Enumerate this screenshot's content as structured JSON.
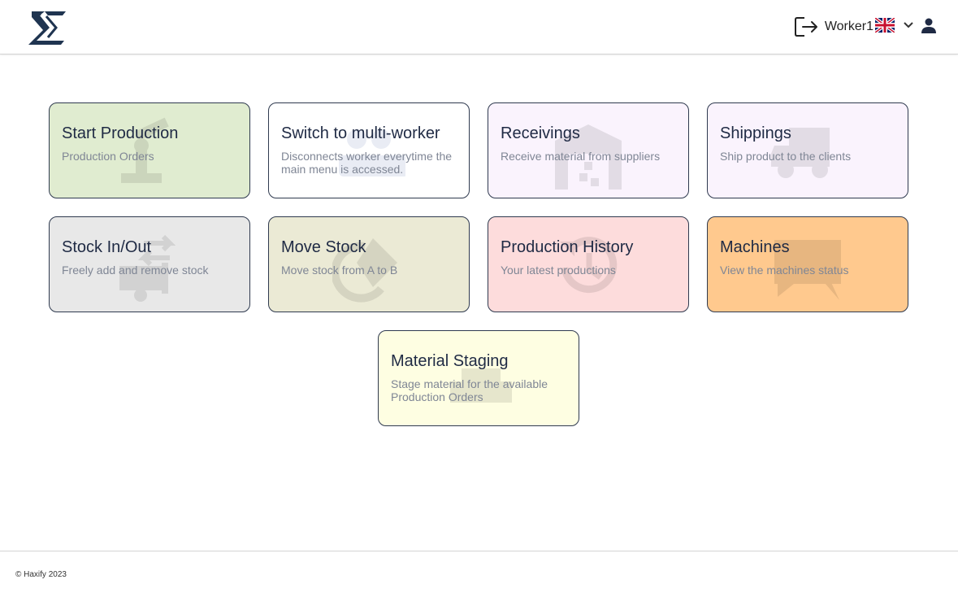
{
  "header": {
    "logo_icon": "haxify-logo-icon",
    "logout_icon": "logout-icon",
    "username": "Worker1",
    "language_flag": "uk-flag-icon",
    "dropdown_icon": "chevron-down-icon",
    "profile_icon": "person-icon"
  },
  "tiles": [
    {
      "title": "Start Production",
      "desc": "Production Orders",
      "color": "#e0ecd0",
      "icon": "robot-arm-icon"
    },
    {
      "title": "Switch to multi-worker",
      "desc": "Disconnects worker everytime the main menu is accessed.",
      "color": "#ffffff",
      "icon": "users-icon"
    },
    {
      "title": "Receivings",
      "desc": "Receive material from suppliers",
      "color": "#faf3fd",
      "icon": "warehouse-icon"
    },
    {
      "title": "Shippings",
      "desc": "Ship product to the clients",
      "color": "#faf3fd",
      "icon": "truck-icon"
    },
    {
      "title": "Stock In/Out",
      "desc": "Freely add and remove stock",
      "color": "#e8e8e8",
      "icon": "dolly-swap-icon"
    },
    {
      "title": "Move Stock",
      "desc": "Move stock from A to B",
      "color": "#ebead5",
      "icon": "rotate-arrow-icon"
    },
    {
      "title": "Production History",
      "desc": "Your latest productions",
      "color": "#fddcdc",
      "icon": "history-icon"
    },
    {
      "title": "Machines",
      "desc": "View the machines status",
      "color": "#ffc98e",
      "icon": "machine-alert-icon"
    },
    {
      "title": "Material Staging",
      "desc": "Stage material for the available Production Orders",
      "color": "#fefee2",
      "icon": "pallet-icon"
    }
  ],
  "footer": {
    "copyright": "© Haxify 2023"
  }
}
